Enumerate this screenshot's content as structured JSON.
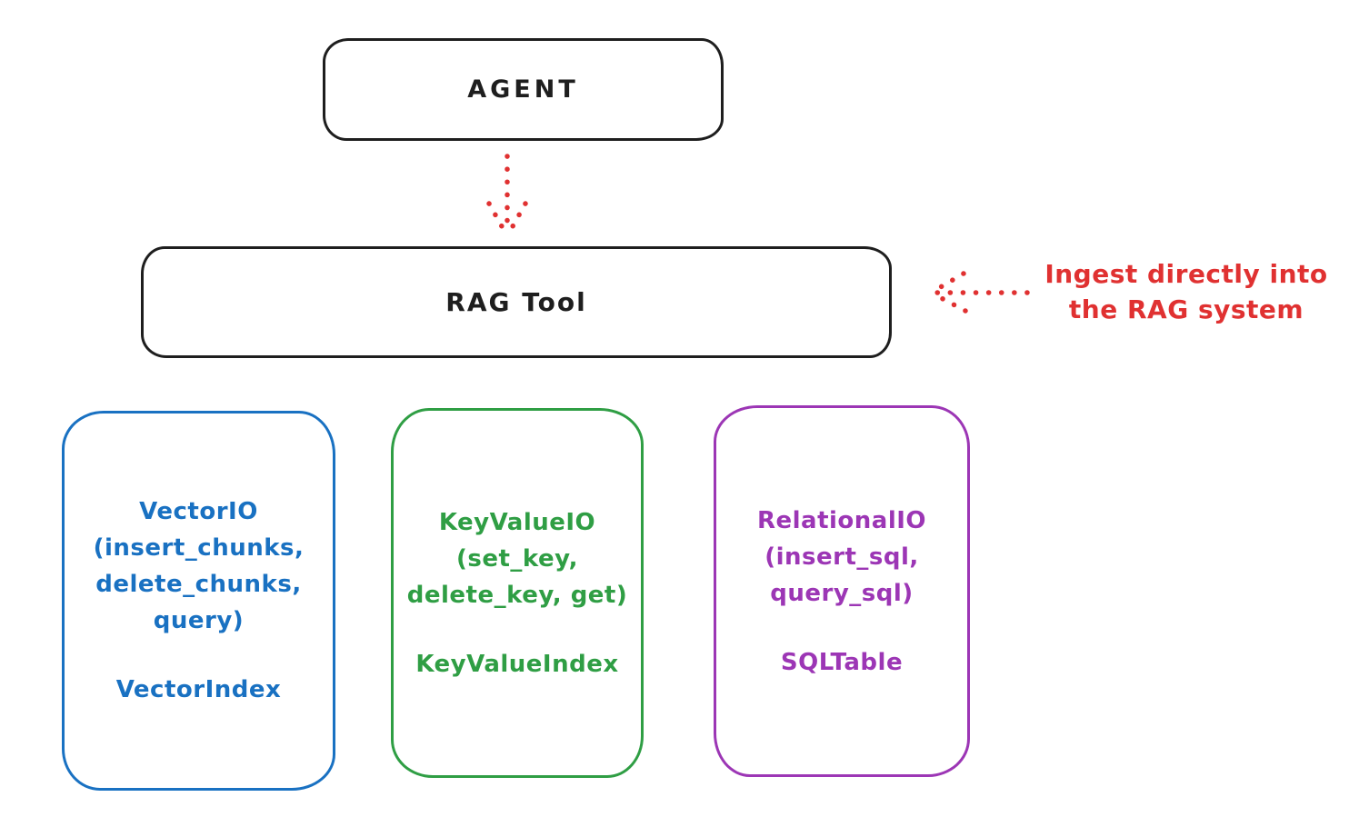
{
  "canvas": {
    "background": "#ffffff"
  },
  "colors": {
    "black": "#1e1e1e",
    "red": "#e03131",
    "blue": "#1971c2",
    "green": "#2f9e44",
    "purple": "#9c36b5"
  },
  "nodes": {
    "agent": {
      "label": "AGENT",
      "stroke": "#1e1e1e"
    },
    "rag_tool": {
      "label": "RAG Tool",
      "stroke": "#1e1e1e"
    },
    "vector_io": {
      "stroke": "#1971c2",
      "lines": [
        "VectorIO",
        "(insert_chunks,",
        "delete_chunks,",
        "query)"
      ],
      "index_label": "VectorIndex"
    },
    "key_value_io": {
      "stroke": "#2f9e44",
      "lines": [
        "KeyValueIO",
        "(set_key,",
        "delete_key, get)"
      ],
      "index_label": "KeyValueIndex"
    },
    "relational_io": {
      "stroke": "#9c36b5",
      "lines": [
        "RelationalIO",
        "(insert_sql,",
        "query_sql)"
      ],
      "index_label": "SQLTable"
    }
  },
  "annotation": {
    "color": "#e03131",
    "line1": "Ingest directly into",
    "line2": "the RAG system"
  },
  "arrows": {
    "color": "#e03131",
    "agent_to_rag_tool": "dotted-down-arrow",
    "ingest_into_rag": "dotted-left-arrow"
  }
}
